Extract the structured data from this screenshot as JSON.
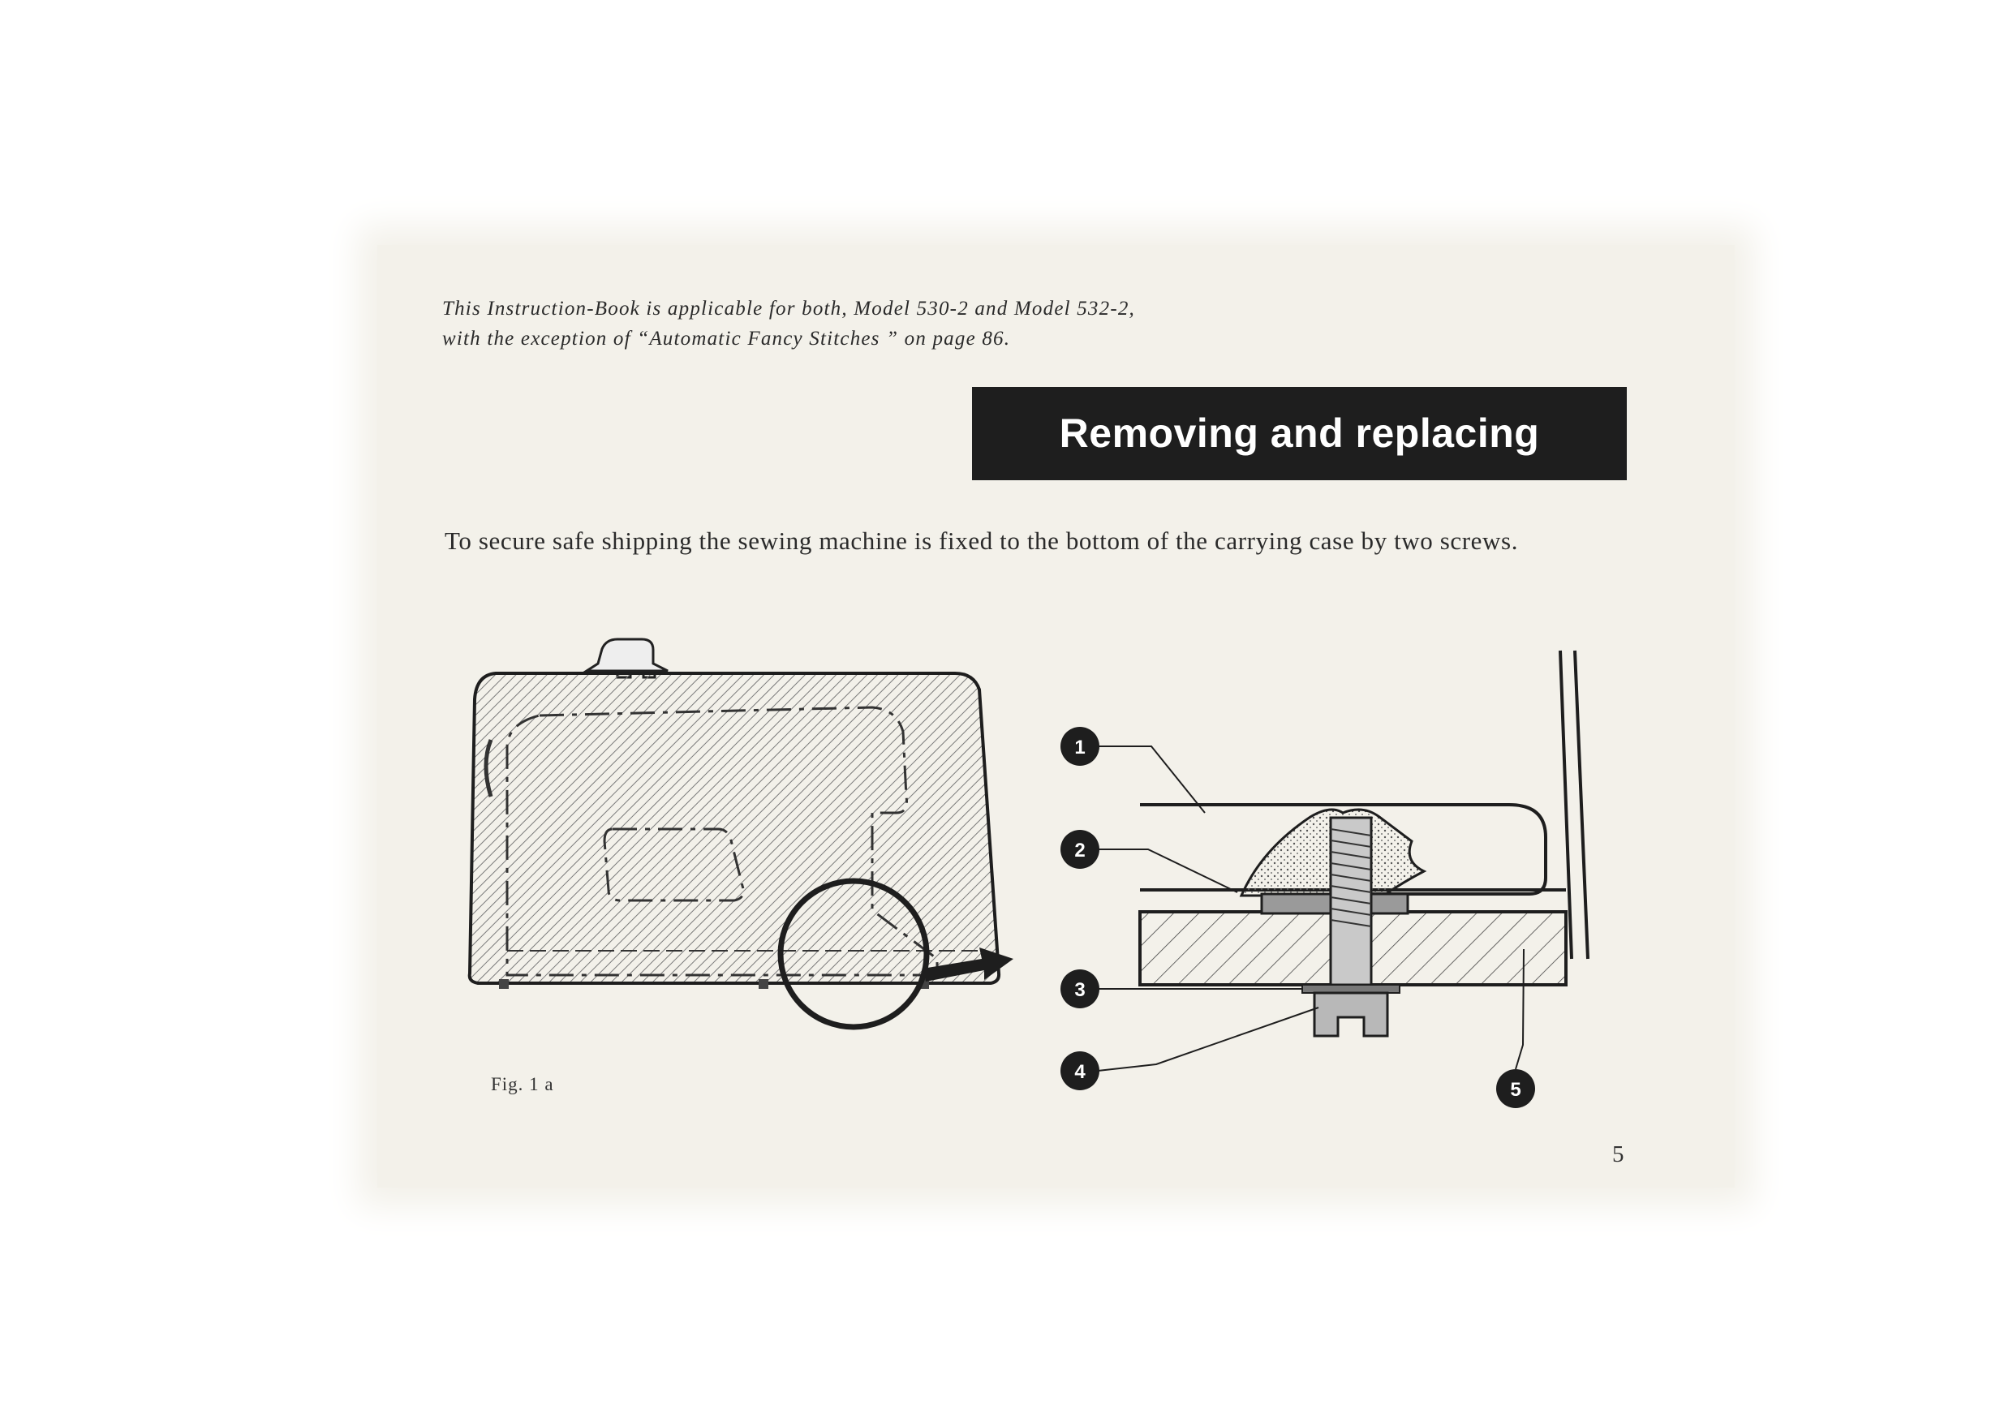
{
  "note": {
    "line1": "This Instruction-Book is applicable for both, Model 530-2 and Model 532-2,",
    "line2": "with the exception of “Automatic Fancy Stitches ” on page 86."
  },
  "title": "Removing and replacing",
  "body": "To secure safe shipping the sewing machine is fixed to the bottom of the carrying case by two screws.",
  "figure": {
    "label": "Fig. 1 a",
    "callouts": [
      "1",
      "2",
      "3",
      "4",
      "5"
    ]
  },
  "page_number": "5",
  "colors": {
    "paper": "#f3f1ea",
    "ink": "#1e1e1e",
    "title_text": "#ffffff"
  }
}
